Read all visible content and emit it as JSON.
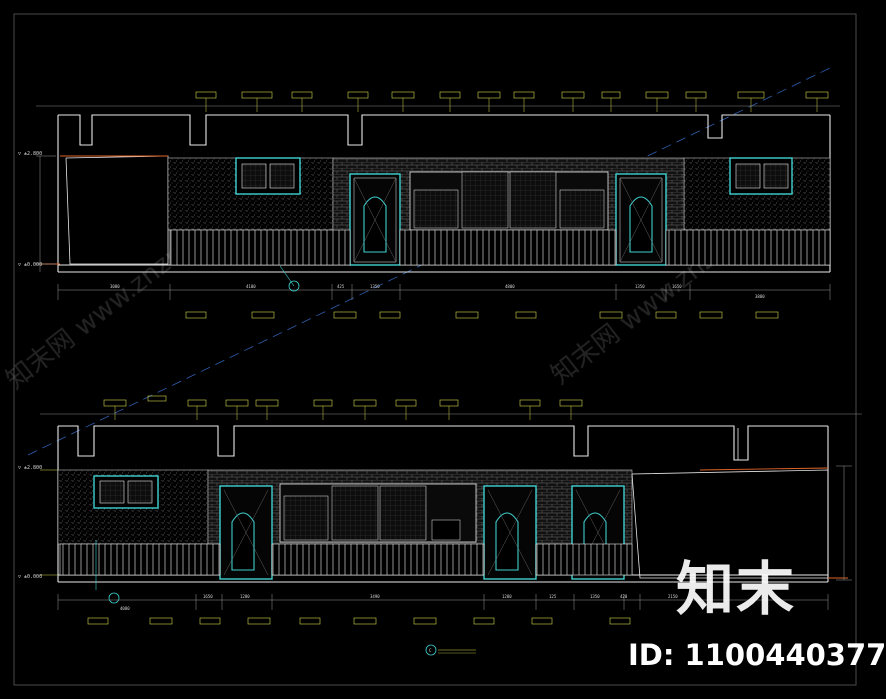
{
  "drawing": {
    "elevation_top": {
      "level_top": "▽ ±2.800",
      "level_bottom": "▽ ±0.000",
      "dims": [
        "3080",
        "4100",
        "425",
        "1350",
        "4800",
        "1350",
        "1650",
        "3880"
      ]
    },
    "elevation_bottom": {
      "level_top": "▽ ±2.800",
      "level_bottom": "▽ ±0.000",
      "dims": [
        "4080",
        "1650",
        "1280",
        "3490",
        "1280",
        "125",
        "1350",
        "420",
        "2150"
      ]
    },
    "section_symbol": "C"
  },
  "watermark": {
    "brand": "知末",
    "id_label": "ID: 1100440377"
  },
  "colors": {
    "background": "#000000",
    "wall_line": "#e8e8e8",
    "cyan": "#3fd0d0",
    "yellow_leader": "#d8d84a",
    "orange": "#e0642a"
  }
}
